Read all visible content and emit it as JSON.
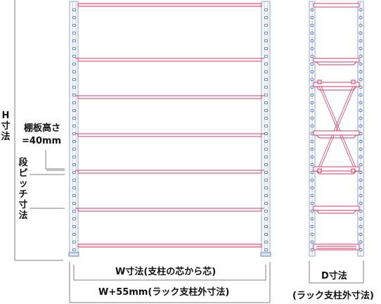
{
  "labels": {
    "height": "H寸法",
    "shelf_height_1": "棚板高さ",
    "shelf_height_2": "=40mm",
    "step_pitch": "段ピッチ寸法",
    "width_center": "W寸法(支柱の芯から芯)",
    "width_outer": "W+55mm(ラック支柱外寸法)",
    "depth": "D寸法",
    "depth_outer": "(ラック支柱外寸法)"
  },
  "colors": {
    "line": "#7f7f7f",
    "shelf": "#d23c64",
    "post_outline": "#8fa4cf",
    "post_hole": "#4a6fb5",
    "ink": "#111111"
  }
}
